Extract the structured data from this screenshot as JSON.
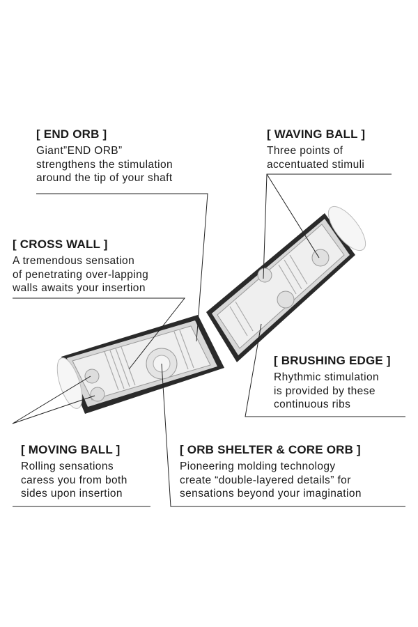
{
  "callouts": {
    "end_orb": {
      "title": "[ END ORB ]",
      "lines": [
        "Giant”END ORB”",
        "strengthens the stimulation",
        "around the tip of your shaft"
      ]
    },
    "waving_ball": {
      "title": "[ WAVING BALL ]",
      "lines": [
        "Three points of",
        "accentuated stimuli"
      ]
    },
    "cross_wall": {
      "title": "[ CROSS WALL ]",
      "lines": [
        "A tremendous sensation",
        "of penetrating over-lapping",
        "walls awaits your insertion"
      ]
    },
    "brushing_edge": {
      "title": "[ BRUSHING EDGE ]",
      "lines": [
        "Rhythmic stimulation",
        "is provided by these",
        "continuous ribs"
      ]
    },
    "moving_ball": {
      "title": "[ MOVING BALL ]",
      "lines": [
        "Rolling sensations",
        "caress you from both",
        "sides upon insertion"
      ]
    },
    "orb_shelter": {
      "title": "[ ORB SHELTER & CORE ORB ]",
      "lines": [
        "Pioneering molding technology",
        "create “double-layered details” for",
        "sensations beyond your imagination"
      ]
    }
  }
}
